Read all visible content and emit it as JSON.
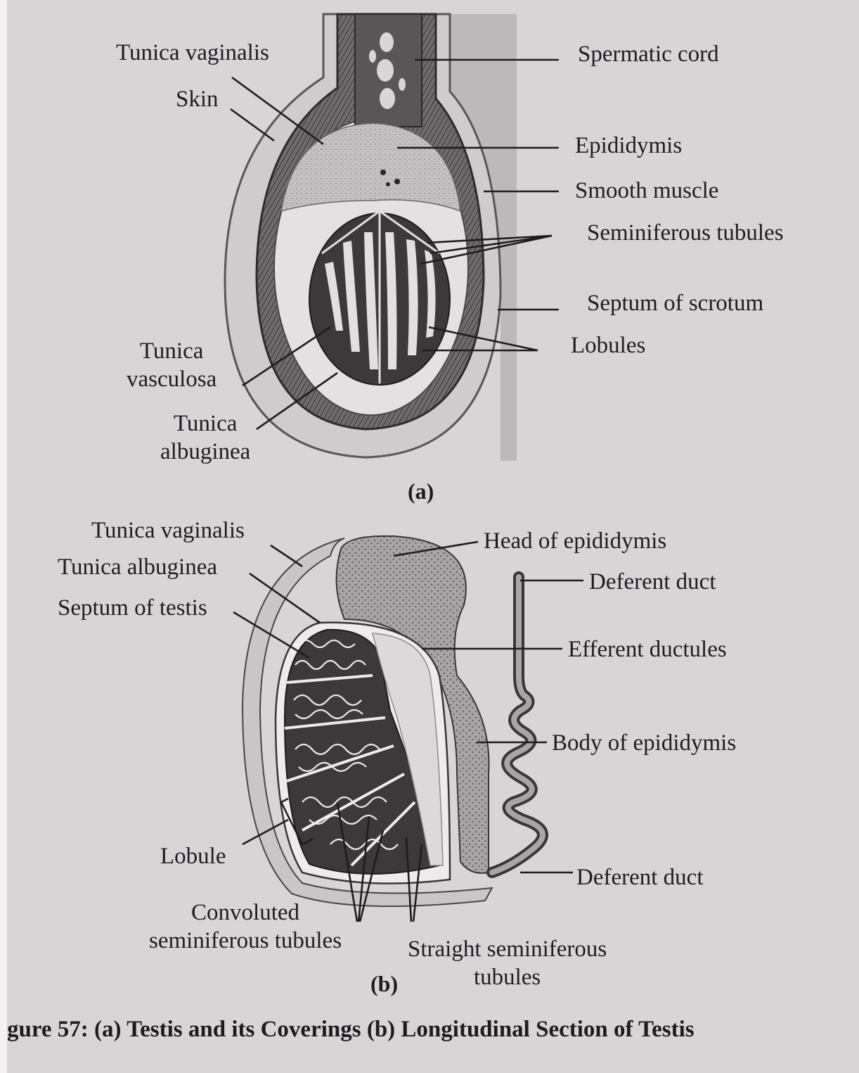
{
  "figure_a": {
    "sublabel": "(a)",
    "labels": {
      "tunica_vaginalis": "Tunica vaginalis",
      "skin": "Skin",
      "spermatic_cord": "Spermatic cord",
      "epididymis": "Epididymis",
      "smooth_muscle": "Smooth muscle",
      "seminiferous_tubules": "Seminiferous tubules",
      "septum_of_scrotum": "Septum of scrotum",
      "lobules": "Lobules",
      "tunica_vasculosa": "Tunica\nvasculosa",
      "tunica_albuginea": "Tunica\nalbuginea"
    }
  },
  "figure_b": {
    "sublabel": "(b)",
    "labels": {
      "tunica_vaginalis": "Tunica vaginalis",
      "tunica_albuginea": "Tunica albuginea",
      "septum_of_testis": "Septum of testis",
      "head_of_epididymis": "Head of epididymis",
      "deferent_duct_top": "Deferent duct",
      "efferent_ductules": "Efferent ductules",
      "body_of_epididymis": "Body of epididymis",
      "lobule": "Lobule",
      "deferent_duct_bottom": "Deferent duct",
      "convoluted_tubules": "Convoluted\nseminiferous tubules",
      "straight_tubules": "Straight seminiferous\ntubules"
    }
  },
  "caption": "gure 57: (a) Testis and its Coverings (b) Longitudinal Section of Testis",
  "colors": {
    "background": "#d8d5d7",
    "tissue_dark": "#3a3638",
    "tissue_mid": "#8e8a8c",
    "tissue_light": "#c9c6c8",
    "cord_shade": "#b4b1b3"
  }
}
